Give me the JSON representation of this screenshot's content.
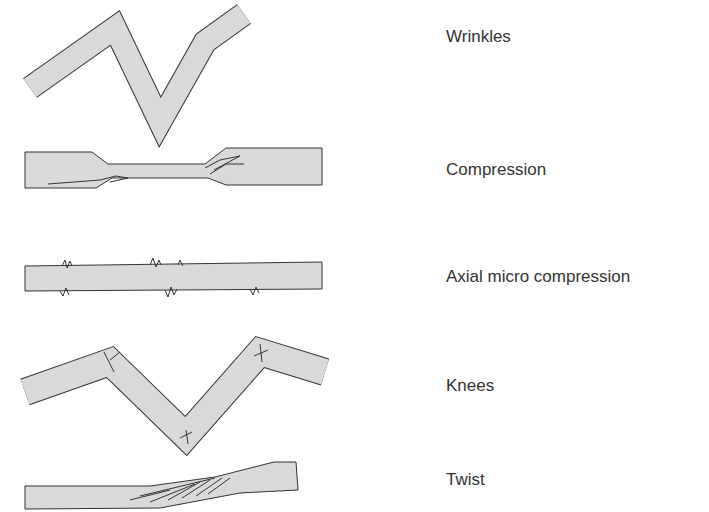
{
  "diagram": {
    "labels": [
      "Wrinkles",
      "Compression",
      "Axial micro compression",
      "Knees",
      "Twist"
    ]
  }
}
